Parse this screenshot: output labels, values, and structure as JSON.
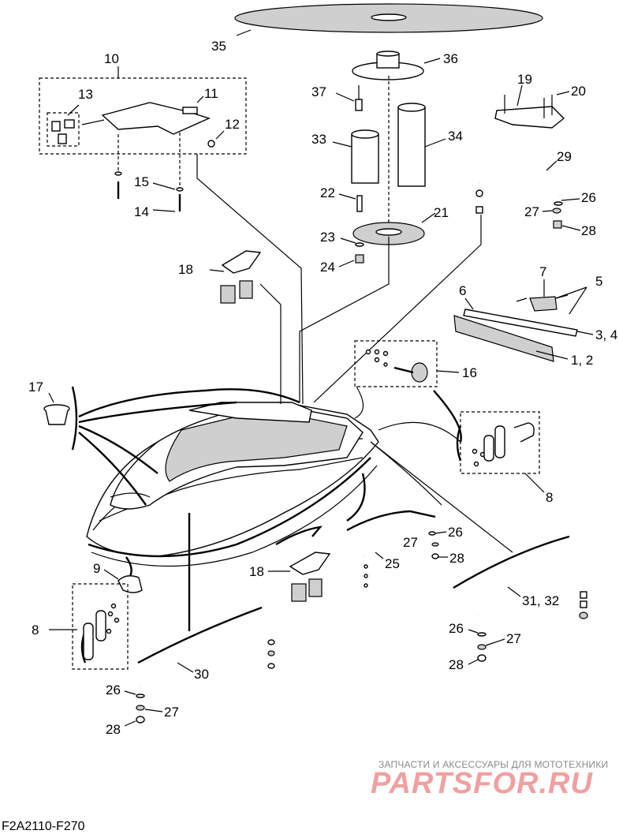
{
  "callouts": {
    "c35": "35",
    "c36": "36",
    "c37": "37",
    "c33": "33",
    "c34": "34",
    "c10": "10",
    "c11": "11",
    "c12": "12",
    "c13": "13",
    "c15": "15",
    "c14": "14",
    "c19": "19",
    "c20": "20",
    "c29": "29",
    "c26a": "26",
    "c27a": "27",
    "c28a": "28",
    "c22": "22",
    "c21": "21",
    "c23": "23",
    "c24": "24",
    "c18a": "18",
    "c7": "7",
    "c5": "5",
    "c6": "6",
    "c34b": "3, 4",
    "c12b": "1, 2",
    "c16": "16",
    "c17": "17",
    "c8a": "8",
    "c8b": "8",
    "c9": "9",
    "c26b": "26",
    "c27b": "27",
    "c28b": "28",
    "c25": "25",
    "c18b": "18",
    "c3132": "31, 32",
    "c26c": "26",
    "c27c": "27",
    "c28c": "28",
    "c30": "30",
    "c26d": "26",
    "c27d": "27",
    "c28d": "28"
  },
  "watermark": {
    "tagline": "ЗАПЧАСТИ И АКСЕССУАРЫ ДЛЯ МОТОТЕХНИКИ",
    "brand": "PARTSFOR.RU"
  },
  "diagram_code": "F2A2110-F270"
}
